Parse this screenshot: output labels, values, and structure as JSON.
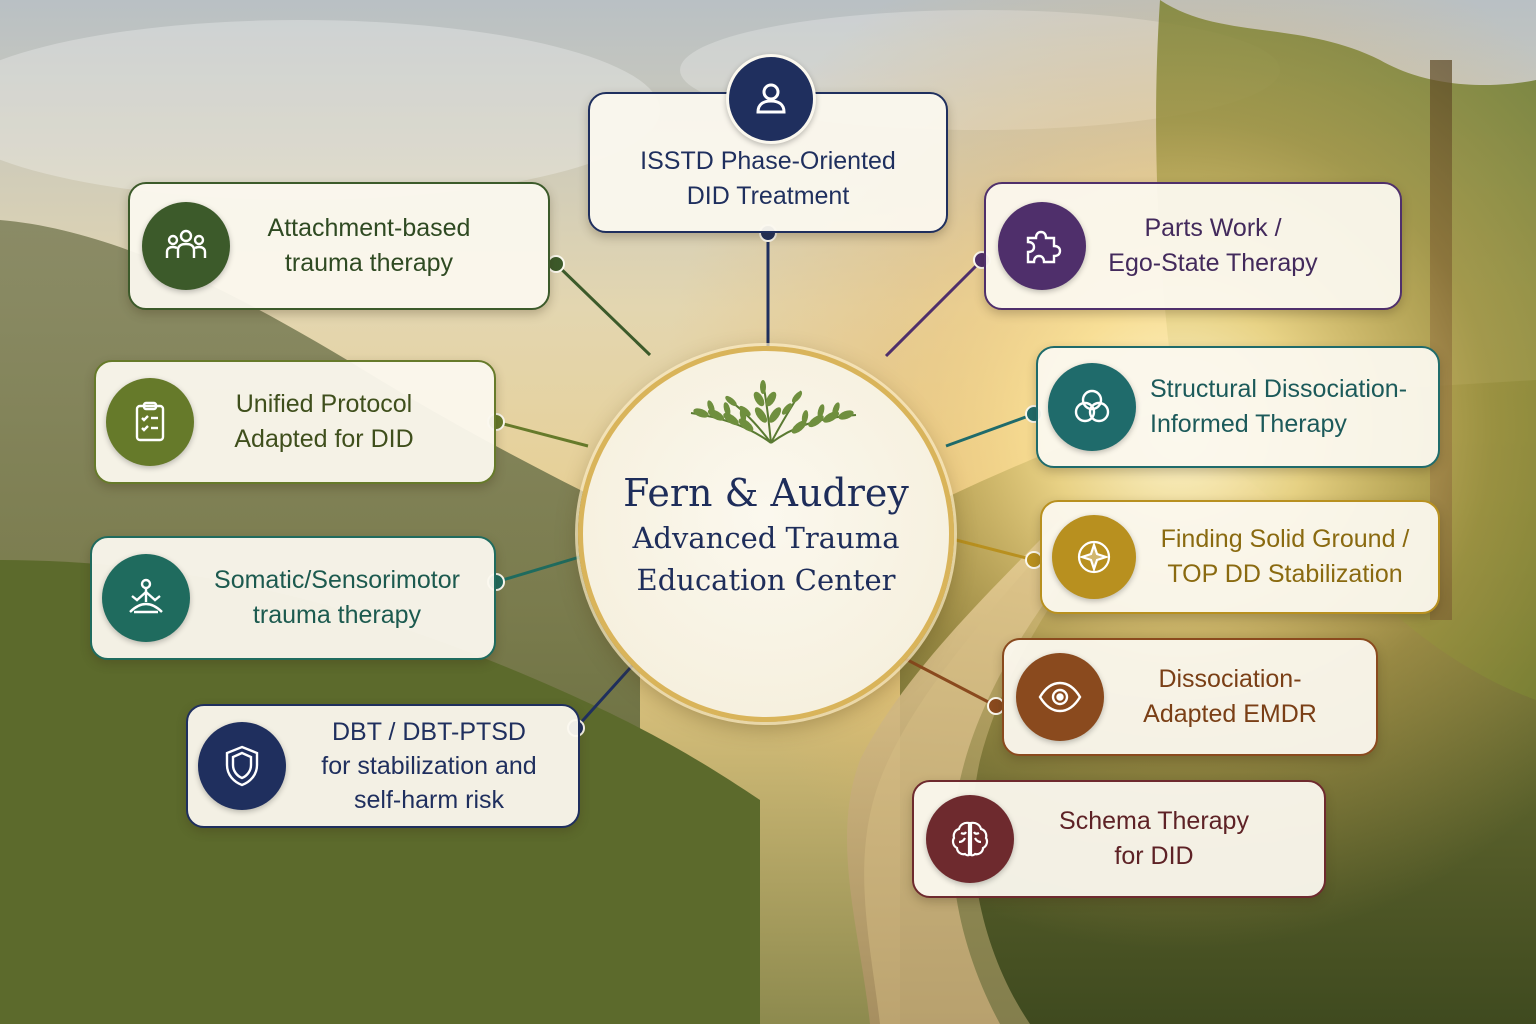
{
  "center": {
    "title_line1": "Fern & Audrey",
    "title_line2": "Advanced Trauma",
    "title_line3": "Education Center"
  },
  "nodes": [
    {
      "id": "top",
      "lines": [
        "ISSTD Phase-Oriented",
        "DID Treatment"
      ],
      "icon": "person-icon",
      "color": "#1f2f5e"
    },
    {
      "id": "attachment",
      "lines": [
        "Attachment-based",
        "trauma therapy"
      ],
      "icon": "group-icon",
      "color": "#3c5a2a"
    },
    {
      "id": "unified",
      "lines": [
        "Unified Protocol",
        "Adapted for DID"
      ],
      "icon": "clipboard-icon",
      "color": "#667a2a"
    },
    {
      "id": "somatic",
      "lines": [
        "Somatic/Sensorimotor",
        "trauma therapy"
      ],
      "icon": "meditation-icon",
      "color": "#1f6b5e"
    },
    {
      "id": "dbt",
      "lines": [
        "DBT / DBT-PTSD",
        "for stabilization and",
        "self-harm risk"
      ],
      "icon": "shield-icon",
      "color": "#1f2f5e"
    },
    {
      "id": "parts",
      "lines": [
        "Parts Work /",
        "Ego-State Therapy"
      ],
      "icon": "puzzle-icon",
      "color": "#4f2f6b"
    },
    {
      "id": "structural",
      "lines": [
        "Structural Dissociation-",
        "Informed Therapy"
      ],
      "icon": "circles-icon",
      "color": "#1f6b6b"
    },
    {
      "id": "finding",
      "lines": [
        "Finding Solid Ground /",
        "TOP DD Stabilization"
      ],
      "icon": "compass-icon",
      "color": "#b8901f"
    },
    {
      "id": "emdr",
      "lines": [
        "Dissociation-",
        "Adapted EMDR"
      ],
      "icon": "eye-icon",
      "color": "#8a4a1e"
    },
    {
      "id": "schema",
      "lines": [
        "Schema Therapy",
        "for DID"
      ],
      "icon": "brain-icon",
      "color": "#6e2a2e"
    }
  ]
}
